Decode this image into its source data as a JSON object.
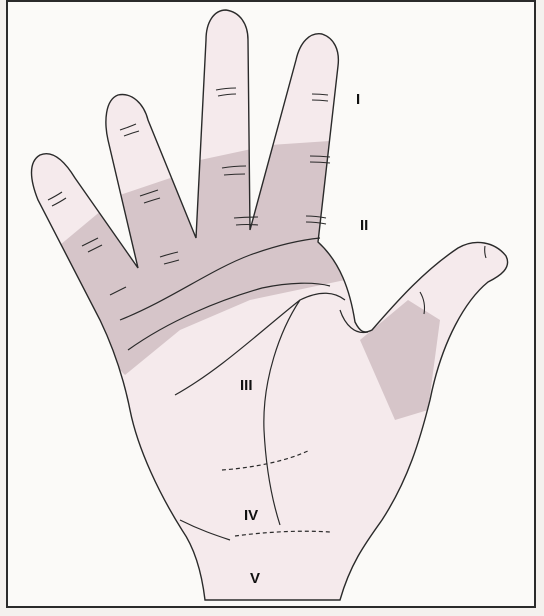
{
  "figure": {
    "zone_labels": [
      "I",
      "II",
      "III",
      "IV",
      "V"
    ]
  },
  "colors": {
    "skin": "#f5eaec",
    "shade": "#d6c5c9",
    "outline": "#2a2a2a",
    "page": "#fbfaf8"
  }
}
